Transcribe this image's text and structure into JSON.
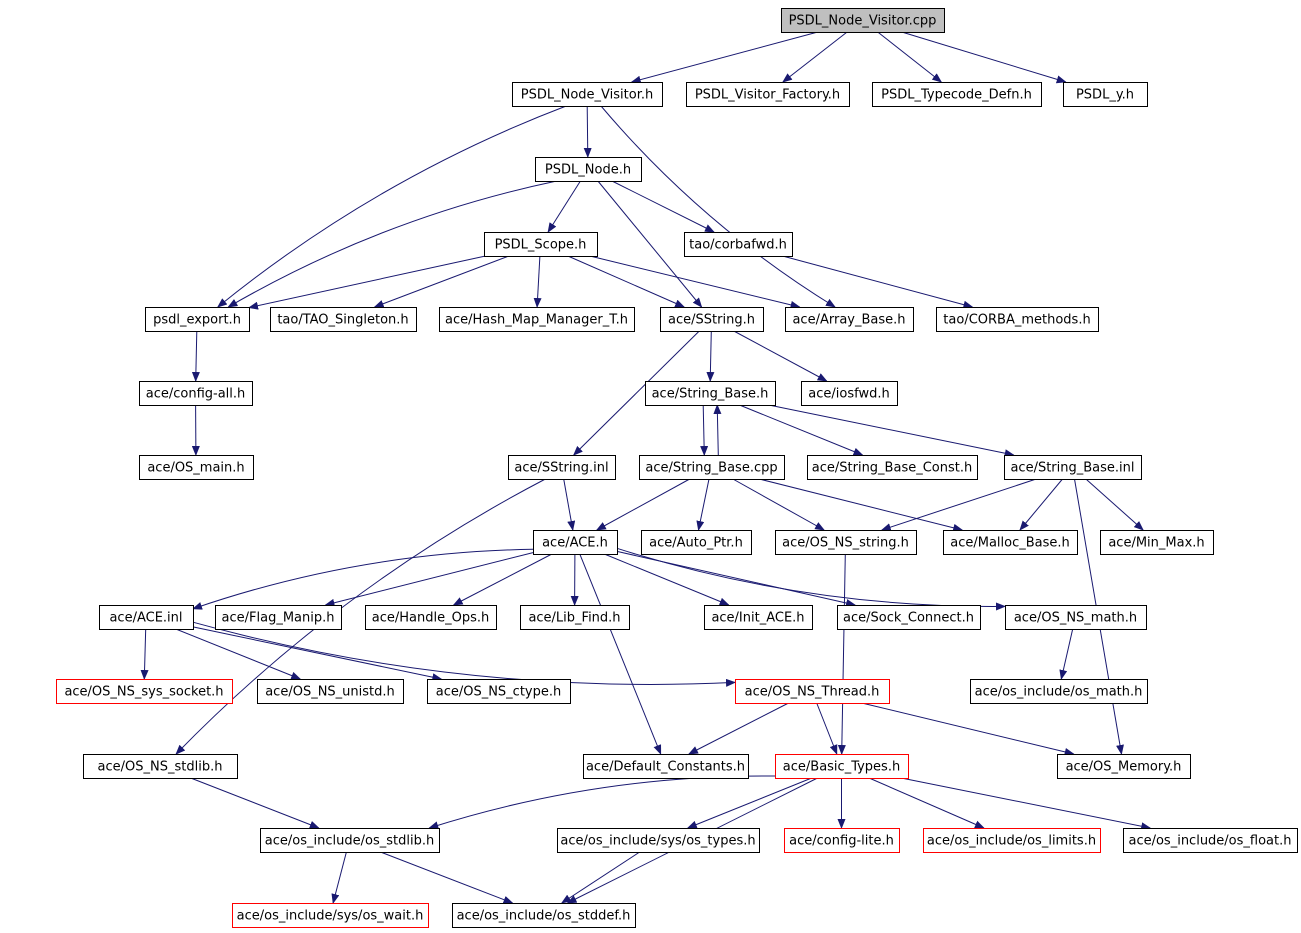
{
  "diagram": {
    "title": "PSDL_Node_Visitor.cpp include dependency graph",
    "colors": {
      "edge": "#191970",
      "node_border": "#000000",
      "missing_border": "#ff0000",
      "root_fill": "#bfbfbf"
    },
    "nodes": [
      {
        "id": "n0",
        "label": "PSDL_Node_Visitor.cpp",
        "style": "root"
      },
      {
        "id": "n1",
        "label": "PSDL_Node_Visitor.h"
      },
      {
        "id": "n2",
        "label": "PSDL_Visitor_Factory.h"
      },
      {
        "id": "n3",
        "label": "PSDL_Typecode_Defn.h"
      },
      {
        "id": "n4",
        "label": "PSDL_y.h"
      },
      {
        "id": "n5",
        "label": "PSDL_Node.h"
      },
      {
        "id": "n6",
        "label": "PSDL_Scope.h"
      },
      {
        "id": "n7",
        "label": "tao/corbafwd.h"
      },
      {
        "id": "n8",
        "label": "psdl_export.h"
      },
      {
        "id": "n9",
        "label": "tao/TAO_Singleton.h"
      },
      {
        "id": "n10",
        "label": "ace/Hash_Map_Manager_T.h"
      },
      {
        "id": "n11",
        "label": "ace/SString.h"
      },
      {
        "id": "n12",
        "label": "ace/Array_Base.h"
      },
      {
        "id": "n13",
        "label": "tao/CORBA_methods.h"
      },
      {
        "id": "n14",
        "label": "ace/config-all.h"
      },
      {
        "id": "n15",
        "label": "ace/String_Base.h"
      },
      {
        "id": "n16",
        "label": "ace/iosfwd.h"
      },
      {
        "id": "n17",
        "label": "ace/OS_main.h"
      },
      {
        "id": "n18",
        "label": "ace/SString.inl"
      },
      {
        "id": "n19",
        "label": "ace/String_Base.cpp"
      },
      {
        "id": "n20",
        "label": "ace/String_Base_Const.h"
      },
      {
        "id": "n21",
        "label": "ace/String_Base.inl"
      },
      {
        "id": "n22",
        "label": "ace/ACE.h"
      },
      {
        "id": "n23",
        "label": "ace/Auto_Ptr.h"
      },
      {
        "id": "n24",
        "label": "ace/OS_NS_string.h"
      },
      {
        "id": "n25",
        "label": "ace/Malloc_Base.h"
      },
      {
        "id": "n26",
        "label": "ace/Min_Max.h"
      },
      {
        "id": "n27",
        "label": "ace/ACE.inl"
      },
      {
        "id": "n28",
        "label": "ace/Flag_Manip.h"
      },
      {
        "id": "n29",
        "label": "ace/Handle_Ops.h"
      },
      {
        "id": "n30",
        "label": "ace/Lib_Find.h"
      },
      {
        "id": "n31",
        "label": "ace/Init_ACE.h"
      },
      {
        "id": "n32",
        "label": "ace/Sock_Connect.h"
      },
      {
        "id": "n33",
        "label": "ace/OS_NS_math.h"
      },
      {
        "id": "n34",
        "label": "ace/OS_NS_sys_socket.h",
        "style": "missing"
      },
      {
        "id": "n35",
        "label": "ace/OS_NS_unistd.h"
      },
      {
        "id": "n36",
        "label": "ace/OS_NS_ctype.h"
      },
      {
        "id": "n37",
        "label": "ace/OS_NS_Thread.h",
        "style": "missing"
      },
      {
        "id": "n38",
        "label": "ace/os_include/os_math.h"
      },
      {
        "id": "n39",
        "label": "ace/OS_NS_stdlib.h"
      },
      {
        "id": "n40",
        "label": "ace/Default_Constants.h"
      },
      {
        "id": "n41",
        "label": "ace/Basic_Types.h",
        "style": "missing"
      },
      {
        "id": "n42",
        "label": "ace/OS_Memory.h"
      },
      {
        "id": "n43",
        "label": "ace/os_include/os_stdlib.h"
      },
      {
        "id": "n44",
        "label": "ace/os_include/sys/os_types.h"
      },
      {
        "id": "n45",
        "label": "ace/config-lite.h",
        "style": "missing"
      },
      {
        "id": "n46",
        "label": "ace/os_include/os_limits.h",
        "style": "missing"
      },
      {
        "id": "n47",
        "label": "ace/os_include/os_float.h"
      },
      {
        "id": "n48",
        "label": "ace/os_include/sys/os_wait.h",
        "style": "missing"
      },
      {
        "id": "n49",
        "label": "ace/os_include/os_stddef.h"
      }
    ],
    "edges": [
      [
        "n0",
        "n1"
      ],
      [
        "n0",
        "n2"
      ],
      [
        "n0",
        "n3"
      ],
      [
        "n0",
        "n4"
      ],
      [
        "n1",
        "n5"
      ],
      [
        "n1",
        "n8"
      ],
      [
        "n1",
        "n12"
      ],
      [
        "n5",
        "n6"
      ],
      [
        "n5",
        "n7"
      ],
      [
        "n5",
        "n8"
      ],
      [
        "n5",
        "n11"
      ],
      [
        "n6",
        "n8"
      ],
      [
        "n6",
        "n9"
      ],
      [
        "n6",
        "n10"
      ],
      [
        "n6",
        "n11"
      ],
      [
        "n6",
        "n12"
      ],
      [
        "n7",
        "n13"
      ],
      [
        "n8",
        "n14"
      ],
      [
        "n14",
        "n17"
      ],
      [
        "n11",
        "n15"
      ],
      [
        "n11",
        "n16"
      ],
      [
        "n11",
        "n18"
      ],
      [
        "n15",
        "n19"
      ],
      [
        "n19",
        "n15"
      ],
      [
        "n15",
        "n20"
      ],
      [
        "n15",
        "n21"
      ],
      [
        "n18",
        "n22"
      ],
      [
        "n18",
        "n39"
      ],
      [
        "n19",
        "n22"
      ],
      [
        "n19",
        "n23"
      ],
      [
        "n19",
        "n24"
      ],
      [
        "n19",
        "n25"
      ],
      [
        "n21",
        "n24"
      ],
      [
        "n21",
        "n25"
      ],
      [
        "n21",
        "n26"
      ],
      [
        "n21",
        "n42"
      ],
      [
        "n22",
        "n27"
      ],
      [
        "n22",
        "n28"
      ],
      [
        "n22",
        "n29"
      ],
      [
        "n22",
        "n30"
      ],
      [
        "n22",
        "n31"
      ],
      [
        "n22",
        "n32"
      ],
      [
        "n22",
        "n33"
      ],
      [
        "n22",
        "n40"
      ],
      [
        "n24",
        "n41"
      ],
      [
        "n27",
        "n34"
      ],
      [
        "n27",
        "n35"
      ],
      [
        "n27",
        "n36"
      ],
      [
        "n27",
        "n37"
      ],
      [
        "n33",
        "n38"
      ],
      [
        "n37",
        "n40"
      ],
      [
        "n37",
        "n41"
      ],
      [
        "n37",
        "n42"
      ],
      [
        "n39",
        "n43"
      ],
      [
        "n41",
        "n43"
      ],
      [
        "n41",
        "n44"
      ],
      [
        "n41",
        "n45"
      ],
      [
        "n41",
        "n46"
      ],
      [
        "n41",
        "n47"
      ],
      [
        "n41",
        "n49"
      ],
      [
        "n43",
        "n48"
      ],
      [
        "n43",
        "n49"
      ],
      [
        "n44",
        "n49"
      ]
    ]
  }
}
